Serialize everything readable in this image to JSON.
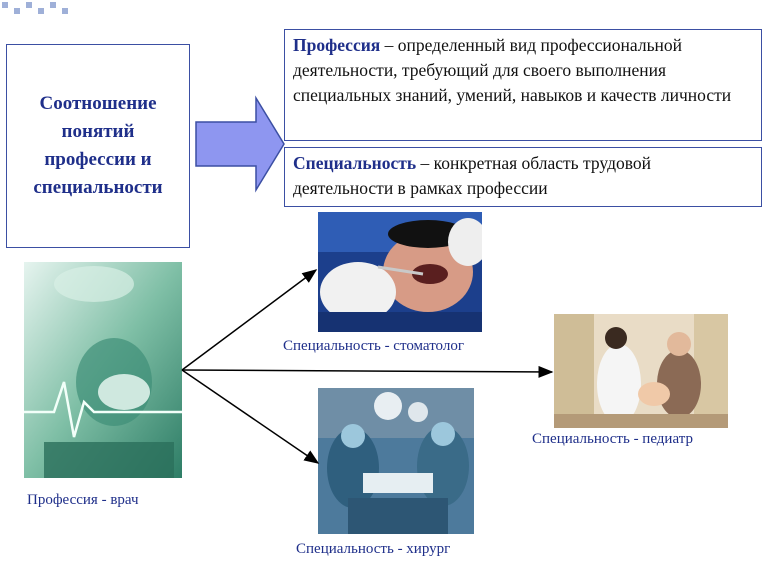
{
  "title": "Соотношение\nпонятий\nпрофессии и\nспециальности",
  "definitions": {
    "profession": {
      "term": "Профессия",
      "text": " – определенный вид профессиональной деятельности, требующий для своего выполнения специальных знаний, умений, навыков и качеств личности"
    },
    "specialty": {
      "term": "Специальность",
      "text": " – конкретная область трудовой деятельности в рамках профессии"
    }
  },
  "captions": {
    "doctor": "Профессия - врач",
    "dentist": "Специальность - стоматолог",
    "surgeon": "Специальность - хирург",
    "pediatrician": "Специальность - педиатр"
  },
  "colors": {
    "accent": "#1f2f8a",
    "arrow_fill": "#8e96f0",
    "border": "#3b4fa3"
  }
}
